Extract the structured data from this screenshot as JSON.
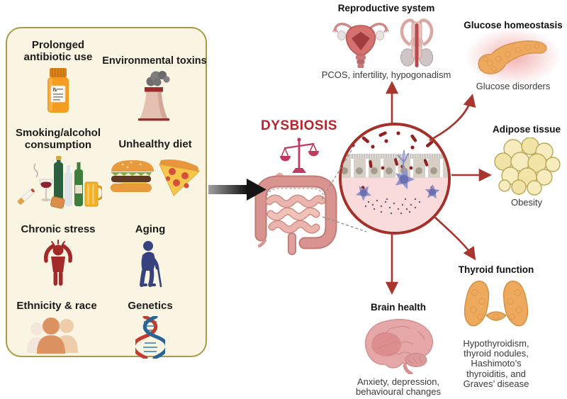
{
  "figure": {
    "name": "Dysbiosis causes and endocrine outcomes diagram"
  },
  "colors": {
    "panel_bg": "#f9f5e2",
    "panel_border": "#a89a4a",
    "dysbiosis_red": "#b5262c",
    "arrow_red": "#a8352e",
    "circle_border": "#a5302a",
    "scales_pink": "#c03a60",
    "black_arrow": "#141414"
  },
  "panel": {
    "items": [
      {
        "label": "Prolonged\nantibiotic use",
        "icon": "pill-bottle-icon"
      },
      {
        "label": "Environmental toxins",
        "icon": "factory-icon"
      },
      {
        "label": "Smoking/alcohol\nconsumption",
        "icon": "smoking-alcohol-icon"
      },
      {
        "label": "Unhealthy diet",
        "icon": "fast-food-icon"
      },
      {
        "label": "Chronic stress",
        "icon": "stressed-person-icon"
      },
      {
        "label": "Aging",
        "icon": "elderly-person-icon"
      },
      {
        "label": "Ethnicity & race",
        "icon": "people-icon"
      },
      {
        "label": "Genetics",
        "icon": "dna-icon"
      }
    ]
  },
  "center": {
    "title": "DYSBIOSIS"
  },
  "outcomes": {
    "reproductive": {
      "title": "Reproductive system",
      "caption": "PCOS, infertility, hypogonadism"
    },
    "glucose": {
      "title": "Glucose homeostasis",
      "caption": "Glucose disorders"
    },
    "adipose": {
      "title": "Adipose tissue",
      "caption": "Obesity"
    },
    "thyroid": {
      "title": "Thyroid function",
      "caption": "Hypothyroidism, thyroid nodules, Hashimoto’s thyroiditis, and Graves’ disease"
    },
    "brain": {
      "title": "Brain health",
      "caption": "Anxiety, depression, behavioural changes"
    }
  }
}
